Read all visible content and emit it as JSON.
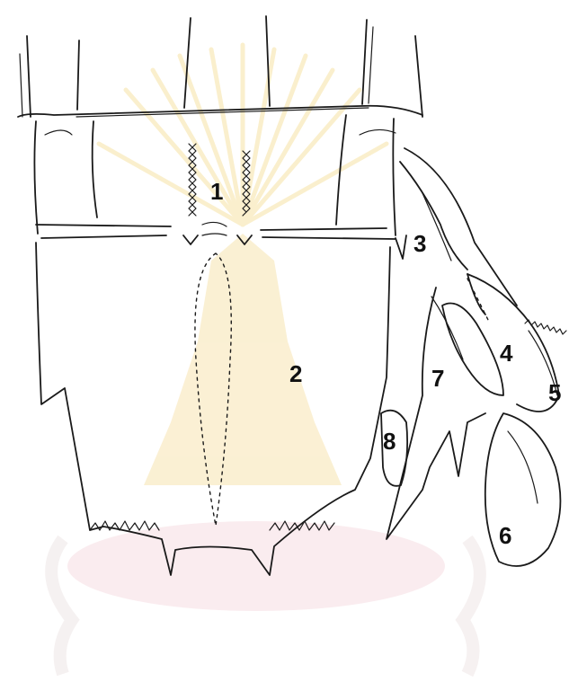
{
  "figure": {
    "labels": {
      "l1": "1",
      "l2": "2",
      "l3": "3",
      "l4": "4",
      "l5": "5",
      "l6": "6",
      "l7": "7",
      "l8": "8"
    }
  },
  "colors": {
    "ink": "#1a1a1a",
    "watermark_gold": "#f3d98a",
    "watermark_pink": "#f4d6dc",
    "background": "#ffffff"
  }
}
